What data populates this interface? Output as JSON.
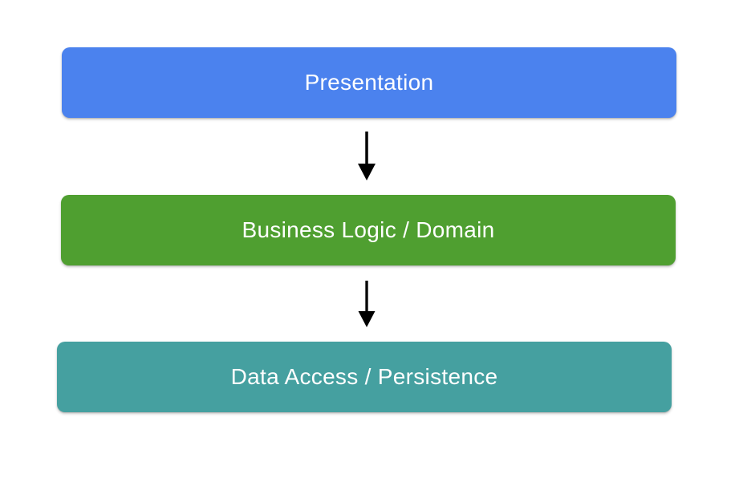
{
  "diagram": {
    "type": "layered-architecture",
    "background_color": "#FFFFFF",
    "arrow_color": "#000000",
    "text_color": "#FFFFFF",
    "layers": [
      {
        "id": "presentation",
        "label": "Presentation",
        "color": "#4B82EE"
      },
      {
        "id": "business-logic",
        "label": "Business Logic / Domain",
        "color": "#4F9F30"
      },
      {
        "id": "data-access",
        "label": "Data Access / Persistence",
        "color": "#45A0A0"
      }
    ],
    "arrows": [
      {
        "from": "presentation",
        "to": "business-logic",
        "direction": "down"
      },
      {
        "from": "business-logic",
        "to": "data-access",
        "direction": "down"
      }
    ]
  }
}
